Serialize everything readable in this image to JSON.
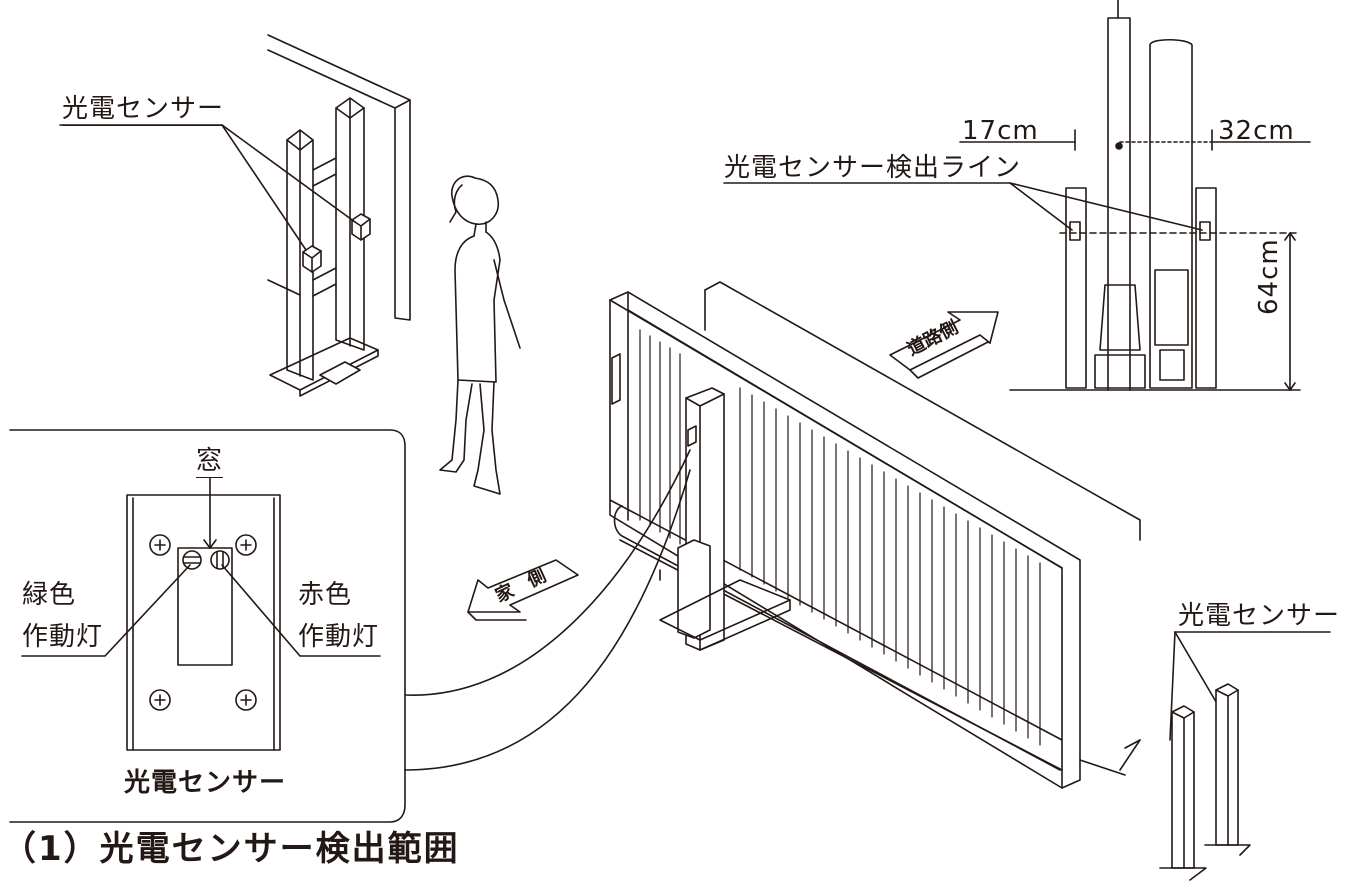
{
  "labels": {
    "sensor_top_left": "光電センサー",
    "dim_left": "17cm",
    "dim_right": "32cm",
    "detect_line": "光電センサー検出ライン",
    "dim_height": "64cm",
    "window": "窓",
    "green_1": "緑色",
    "green_2": "作動灯",
    "red_1": "赤色",
    "red_2": "作動灯",
    "sensor_detail": "光電センサー",
    "sensor_bottom_right": "光電センサー",
    "title": "（1）光電センサー検出範囲"
  },
  "arrows": {
    "road_side": "道路側",
    "house_side_a": "家",
    "house_side_b": "側"
  }
}
